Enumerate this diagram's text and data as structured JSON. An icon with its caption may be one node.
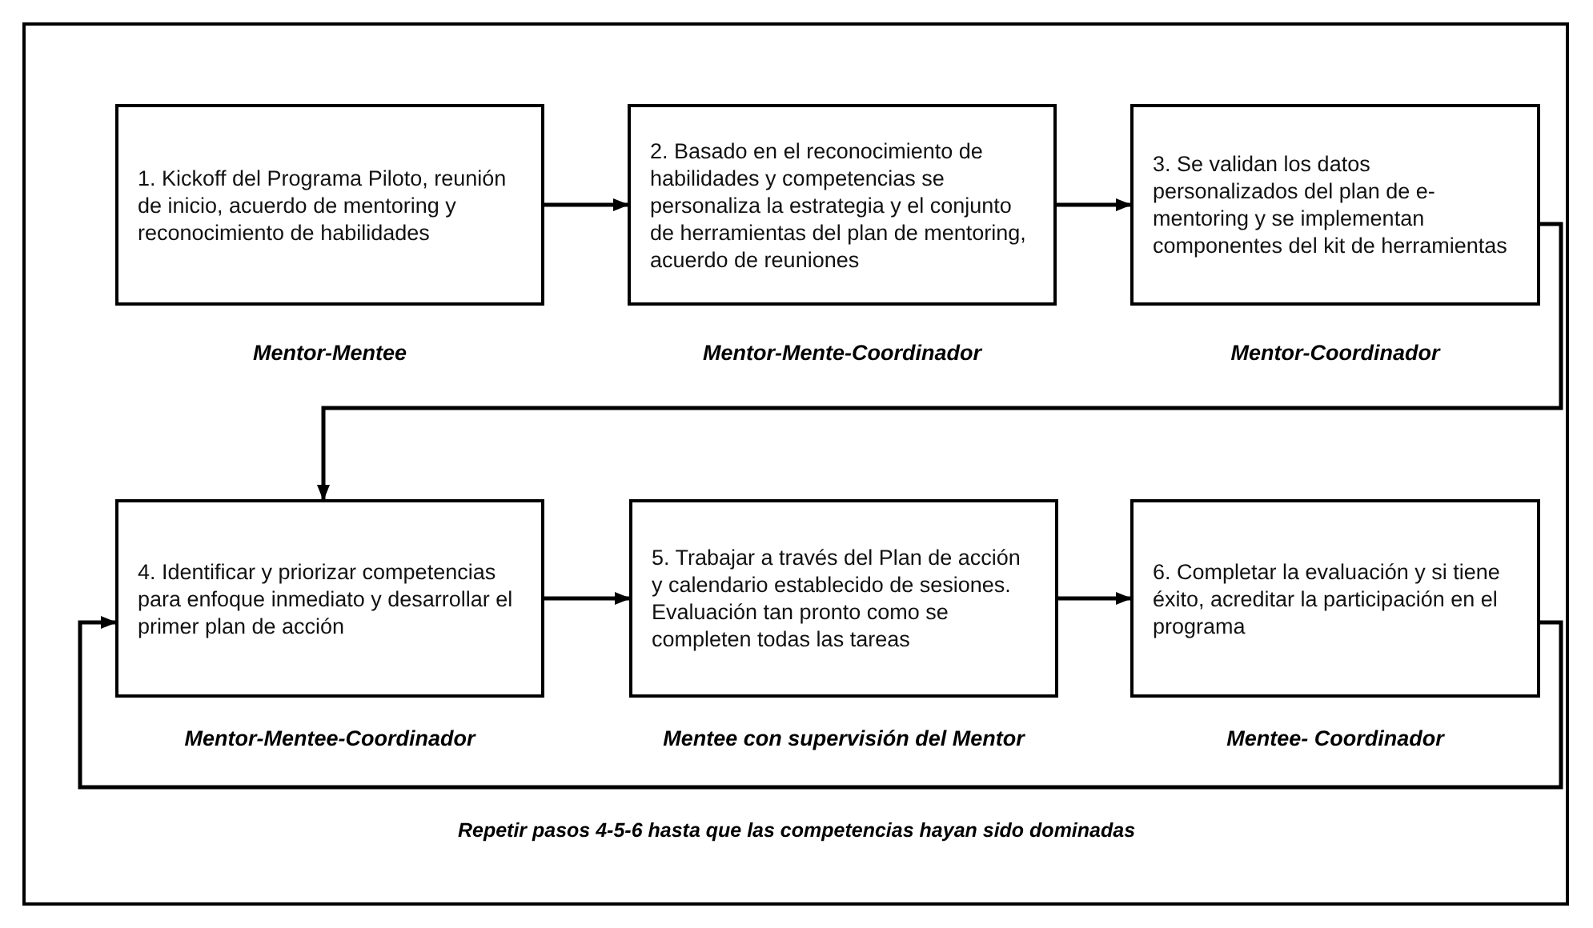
{
  "diagram": {
    "nodes": [
      {
        "text": [
          "1. Kickoff del Programa Piloto, reunión de inicio, acuerdo de mentoring y reconocimiento de habilidades"
        ],
        "beside": [
          "Mentor-Mentee"
        ]
      },
      {
        "text": [
          "2. Basado en el reconocimiento de habilidades y competencias se personaliza la estrategia y el conjunto de herramientas del plan de mentoring, acuerdo de reuniones"
        ],
        "beside": [
          "Mentor-Mente-Coordinador"
        ]
      },
      {
        "text": [
          "3. Se validan los datos personalizados del plan de e-mentoring y se implementan componentes del kit de herramientas"
        ],
        "beside": [
          "Mentor-Coordinador"
        ]
      },
      {
        "text": [
          "4. Identificar y priorizar competencias para enfoque inmediato y desarrollar el primer plan de acción"
        ],
        "beside": [
          "Mentor-Mentee-Coordinador"
        ]
      },
      {
        "text": [
          "5. Trabajar a través del Plan de acción y calendario establecido de sesiones. Evaluación tan pronto como se completen todas las tareas"
        ],
        "beside": [
          "Mentee con supervisión del Mentor"
        ]
      },
      {
        "text": [
          "6. Completar la evaluación y si tiene éxito, acreditar la participación en el programa"
        ],
        "beside": [
          "Mentee- Coordinador"
        ]
      }
    ],
    "edges": [
      {
        "from": 0,
        "to": 1,
        "arrow": "to"
      },
      {
        "from": 1,
        "to": 2,
        "arrow": "to"
      },
      {
        "from": 2,
        "to": 3,
        "arrow": "to"
      },
      {
        "from": 3,
        "to": 4,
        "arrow": "to"
      },
      {
        "from": 4,
        "to": 5,
        "arrow": "to"
      },
      {
        "from": 5,
        "to": 3,
        "arrow": "to"
      }
    ],
    "labels": [
      "Repetir pasos 4-5-6 hasta que las competencias hayan sido dominadas"
    ]
  }
}
